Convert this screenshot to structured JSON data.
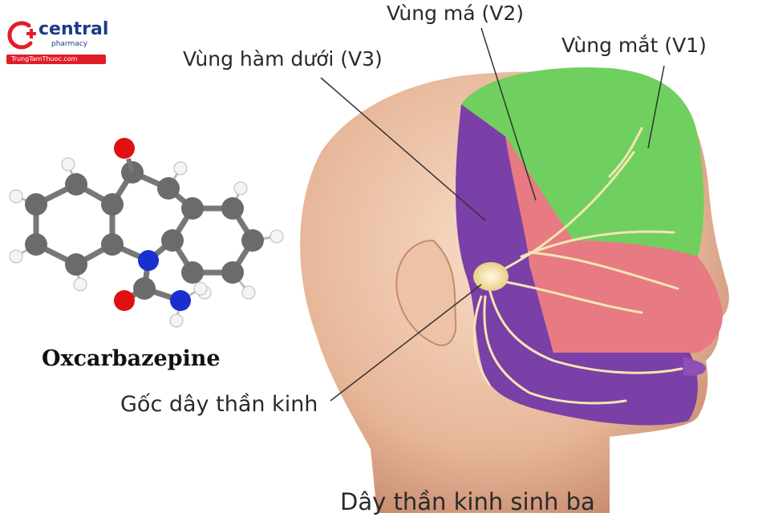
{
  "logo": {
    "brand": "central",
    "sub": "pharmacy",
    "url": "TrungTamThuoc.com",
    "colors": {
      "primary": "#1e3a8a",
      "accent": "#e11d2a"
    }
  },
  "drug": {
    "name": "Oxcarbazepine"
  },
  "labels": {
    "v2": "Vùng má (V2)",
    "v1": "Vùng mắt (V1)",
    "v3": "Vùng hàm dưới (V3)",
    "root": "Gốc dây thần kinh",
    "caption": "Dây thần kinh sinh ba"
  },
  "colors": {
    "v1_zone": "#6fcf5f",
    "v2_zone": "#e77a82",
    "v3_zone": "#7b3fa8",
    "skin": "#e9bfa3",
    "nerve": "#f3e6b2",
    "atom_carbon": "#6b6b6b",
    "atom_oxygen": "#e01010",
    "atom_nitrogen": "#1a2fd0",
    "atom_hydrogen": "#f4f4f4"
  }
}
